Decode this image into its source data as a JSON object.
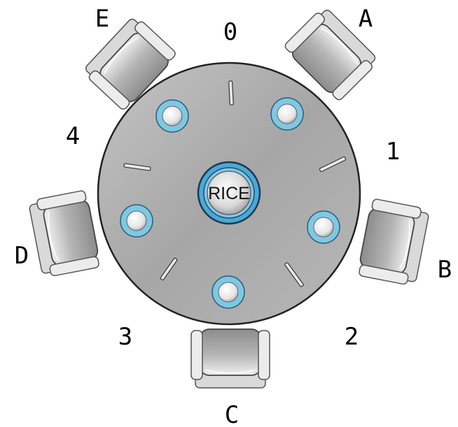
{
  "center": {
    "label": "RICE"
  },
  "chairs": [
    {
      "id": "E",
      "label": "E"
    },
    {
      "id": "A",
      "label": "A"
    },
    {
      "id": "B",
      "label": "B"
    },
    {
      "id": "C",
      "label": "C"
    },
    {
      "id": "D",
      "label": "D"
    }
  ],
  "chopsticks": [
    {
      "id": "0",
      "label": "0"
    },
    {
      "id": "1",
      "label": "1"
    },
    {
      "id": "2",
      "label": "2"
    },
    {
      "id": "3",
      "label": "3"
    },
    {
      "id": "4",
      "label": "4"
    }
  ],
  "colors": {
    "table": "#a9a9a9",
    "plate_rim": "#7ec8e3",
    "rice_rim": "#4aa8d8"
  }
}
